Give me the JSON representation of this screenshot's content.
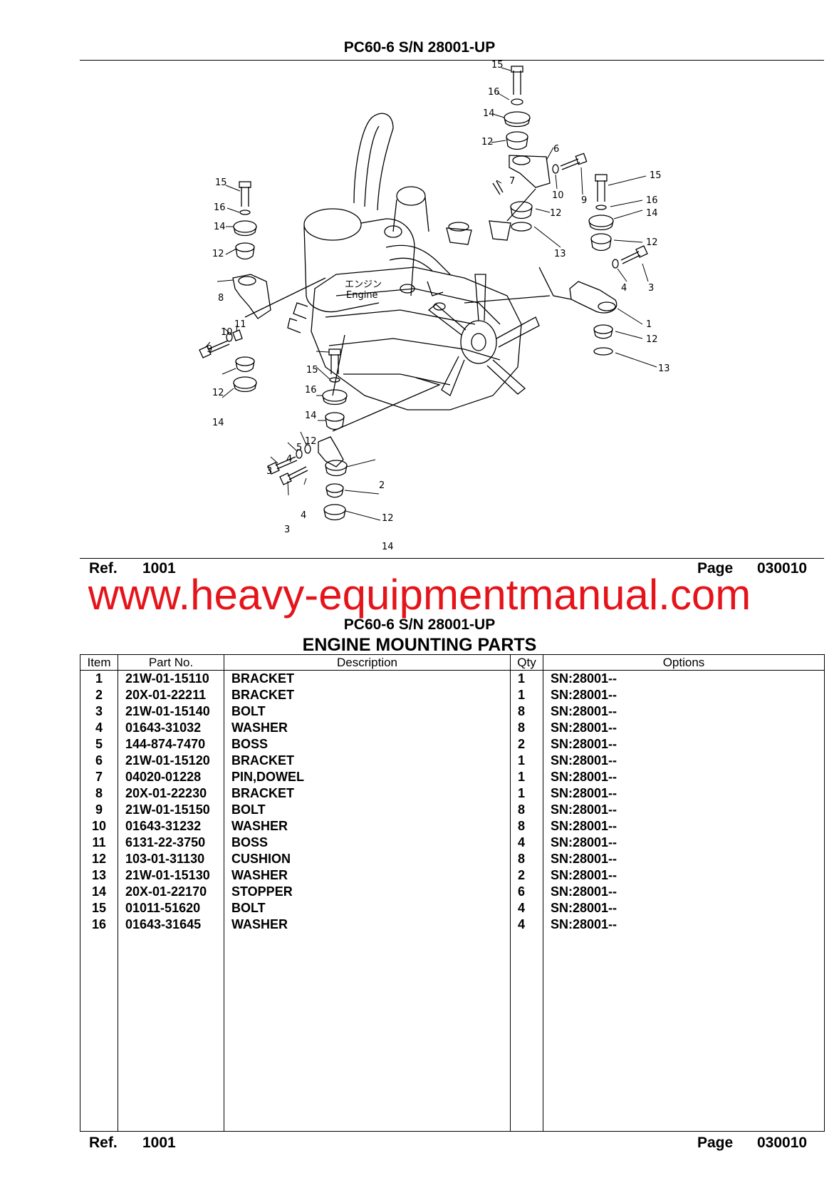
{
  "header": {
    "title": "PC60-6 S/N 28001-UP"
  },
  "diagram": {
    "engine_label_jp": "エンジン",
    "engine_label": "Engine",
    "callouts": {
      "c15a": "15",
      "c16a": "16",
      "c14a": "14",
      "c12a": "12",
      "c6": "6",
      "c7": "7",
      "c10a": "10",
      "c9a": "9",
      "c15b": "15",
      "c16b": "16",
      "c14b": "14",
      "c12b": "12",
      "c12c": "12",
      "c13a": "13",
      "c3a": "3",
      "c4a": "4",
      "c1": "1",
      "c12d": "12",
      "c13b": "13",
      "c15c": "15",
      "c16c": "16",
      "c14c": "14",
      "c12e": "12",
      "c8": "8",
      "c10b": "10",
      "c11": "11",
      "c9b": "9",
      "c12f": "12",
      "c14d": "14",
      "c15d": "15",
      "c16d": "16",
      "c14e": "14",
      "c12g": "12",
      "c5": "5",
      "c4b": "4",
      "c3b": "3",
      "c2": "2",
      "c4c": "4",
      "c12h": "12",
      "c3c": "3",
      "c14f": "14"
    }
  },
  "footer_top": {
    "ref_label": "Ref.",
    "ref_value": "1001",
    "page_label": "Page",
    "page_value": "030010"
  },
  "watermark": "www.heavy-equipmentmanual.com",
  "parts_header": {
    "title": "PC60-6 S/N 28001-UP",
    "subtitle": "ENGINE MOUNTING PARTS"
  },
  "table": {
    "columns": [
      "Item",
      "Part No.",
      "Description",
      "Qty",
      "Options"
    ],
    "rows": [
      [
        "1",
        "21W-01-15110",
        "BRACKET",
        "1",
        "SN:28001--"
      ],
      [
        "2",
        "20X-01-22211",
        "BRACKET",
        "1",
        "SN:28001--"
      ],
      [
        "3",
        "21W-01-15140",
        "BOLT",
        "8",
        "SN:28001--"
      ],
      [
        "4",
        "01643-31032",
        "WASHER",
        "8",
        "SN:28001--"
      ],
      [
        "5",
        "144-874-7470",
        "BOSS",
        "2",
        "SN:28001--"
      ],
      [
        "6",
        "21W-01-15120",
        "BRACKET",
        "1",
        "SN:28001--"
      ],
      [
        "7",
        "04020-01228",
        "PIN,DOWEL",
        "1",
        "SN:28001--"
      ],
      [
        "8",
        "20X-01-22230",
        "BRACKET",
        "1",
        "SN:28001--"
      ],
      [
        "9",
        "21W-01-15150",
        "BOLT",
        "8",
        "SN:28001--"
      ],
      [
        "10",
        "01643-31232",
        "WASHER",
        "8",
        "SN:28001--"
      ],
      [
        "11",
        "6131-22-3750",
        "BOSS",
        "4",
        "SN:28001--"
      ],
      [
        "12",
        "103-01-31130",
        "CUSHION",
        "8",
        "SN:28001--"
      ],
      [
        "13",
        "21W-01-15130",
        "WASHER",
        "2",
        "SN:28001--"
      ],
      [
        "14",
        "20X-01-22170",
        "STOPPER",
        "6",
        "SN:28001--"
      ],
      [
        "15",
        "01011-51620",
        "BOLT",
        "4",
        "SN:28001--"
      ],
      [
        "16",
        "01643-31645",
        "WASHER",
        "4",
        "SN:28001--"
      ]
    ]
  },
  "footer_bottom": {
    "ref_label": "Ref.",
    "ref_value": "1001",
    "page_label": "Page",
    "page_value": "030010"
  }
}
